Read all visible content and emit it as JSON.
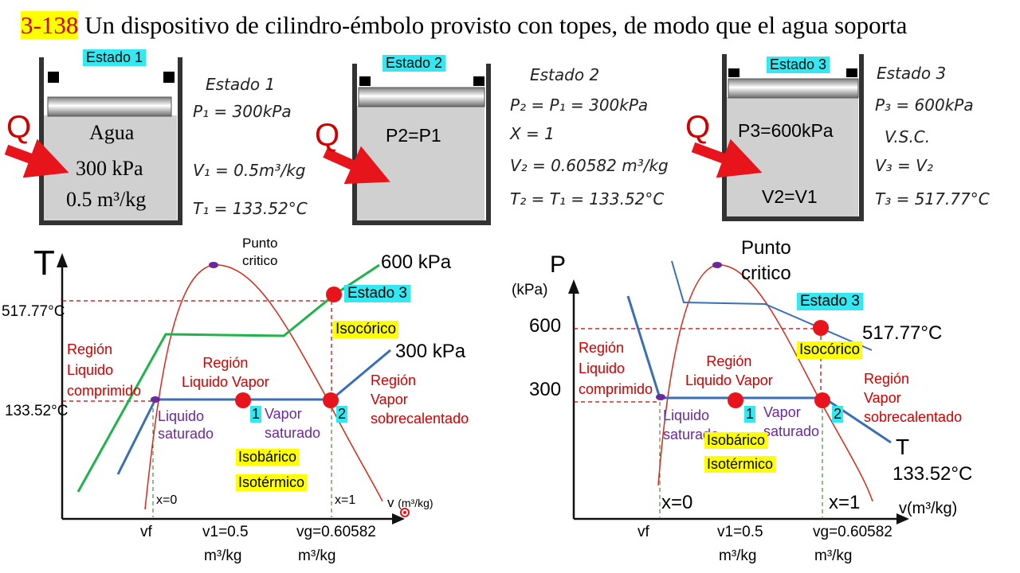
{
  "title": {
    "number": "3-138",
    "text": "Un dispositivo de cilindro-émbolo provisto con topes, de modo que el agua soporta"
  },
  "states": [
    {
      "badge": "Estado 1",
      "q": "Q",
      "inner_lines": [
        "Agua",
        "300 kPa",
        "0.5 m³/kg"
      ],
      "notes": [
        "Estado 1",
        "P₁ = 300kPa",
        "V₁ = 0.5m³/kg",
        "T₁ = 133.52°C"
      ]
    },
    {
      "badge": "Estado 2",
      "q": "Q",
      "inner_lines": [
        "P2=P1"
      ],
      "notes": [
        "Estado 2",
        "P₂ = P₁ = 300kPa",
        "X = 1",
        "V₂ = 0.60582 m³/kg",
        "T₂ = T₁ = 133.52°C"
      ]
    },
    {
      "badge": "Estado 3",
      "q": "Q",
      "inner_lines": [
        "P3=600kPa",
        "V2=V1"
      ],
      "notes": [
        "Estado 3",
        "P₃ = 600kPa",
        "V.S.C.",
        "V₃ = V₂",
        "T₃ = 517.77°C"
      ]
    }
  ],
  "tv": {
    "axis_y": "T",
    "axis_x": "v",
    "axis_x_unit": "(m³/kg)",
    "punto_critico": [
      "Punto",
      "critico"
    ],
    "p600": "600 kPa",
    "p300": "300 kPa",
    "t_high": "517.77°C",
    "t_low": "133.52°C",
    "estado3": "Estado 3",
    "isocorico": "Isocórico",
    "region_liquido": [
      "Región",
      "Liquido",
      "comprimido"
    ],
    "region_lv": [
      "Región",
      "Liquido Vapor"
    ],
    "region_vapor": [
      "Región",
      "Vapor",
      "sobrecalentado"
    ],
    "liq_sat": [
      "Liquido",
      "saturado"
    ],
    "vap_sat": [
      "Vapor",
      "saturado"
    ],
    "isobarico": "Isobárico",
    "isotermico": "Isotérmico",
    "pt1": "1",
    "pt2": "2",
    "x0": "x=0",
    "x1": "x=1",
    "vf": "vf",
    "v1": "v1=0.5",
    "v1u": "m³/kg",
    "vg": "vg=0.60582",
    "vgu": "m³/kg"
  },
  "pv": {
    "axis_y": "P",
    "axis_y_unit": "(kPa)",
    "axis_x": "v(m³/kg)",
    "punto_critico": [
      "Punto",
      "critico"
    ],
    "p_high": "600",
    "p_low": "300",
    "estado3": "Estado 3",
    "t_high": "517.77°C",
    "isocorico": "Isocórico",
    "region_liquido": [
      "Región",
      "Liquido",
      "comprimido"
    ],
    "region_lv": [
      "Región",
      "Liquido Vapor"
    ],
    "region_vapor": [
      "Región",
      "Vapor",
      "sobrecalentado"
    ],
    "liq_sat": [
      "Liquido",
      "saturado"
    ],
    "vap_sat": [
      "Vapor",
      "saturado"
    ],
    "isobarico": "Isobárico",
    "isotermico": "Isotérmico",
    "t_label": "T",
    "t_low": "133.52°C",
    "pt1": "1",
    "pt2": "2",
    "x0": "x=0",
    "x1": "x=1",
    "vf": "vf",
    "v1": "v1=0.5",
    "v1u": "m³/kg",
    "vg": "vg=0.60582",
    "vgu": "m³/kg"
  },
  "colors": {
    "dome": "#d42a1a",
    "isobar_600": "#1fb34a",
    "isobar_300": "#3a6fb5",
    "point": "#e8141c",
    "cyan": "#33e8f0",
    "yellow": "#ffff00"
  }
}
